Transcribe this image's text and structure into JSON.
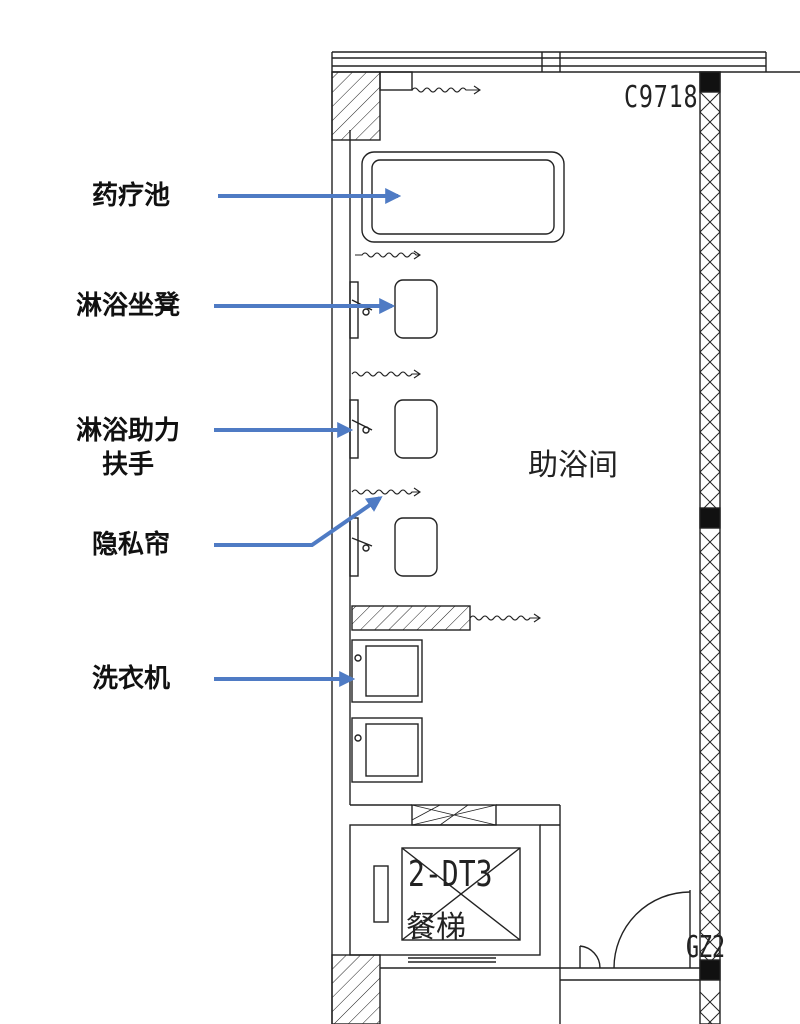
{
  "plan": {
    "window_code": "C9718",
    "room_name": "助浴间",
    "elevator_code": "2-DT3",
    "elevator_name": "餐梯",
    "column_code": "GZ2"
  },
  "annotations": {
    "medicinal_pool": "药疗池",
    "shower_stool": "淋浴坐凳",
    "shower_handrail_line1": "淋浴助力",
    "shower_handrail_line2": "扶手",
    "privacy_curtain": "隐私帘",
    "washing_machine": "洗衣机"
  },
  "colors": {
    "arrow": "#4f7bc4",
    "line": "#222222"
  }
}
